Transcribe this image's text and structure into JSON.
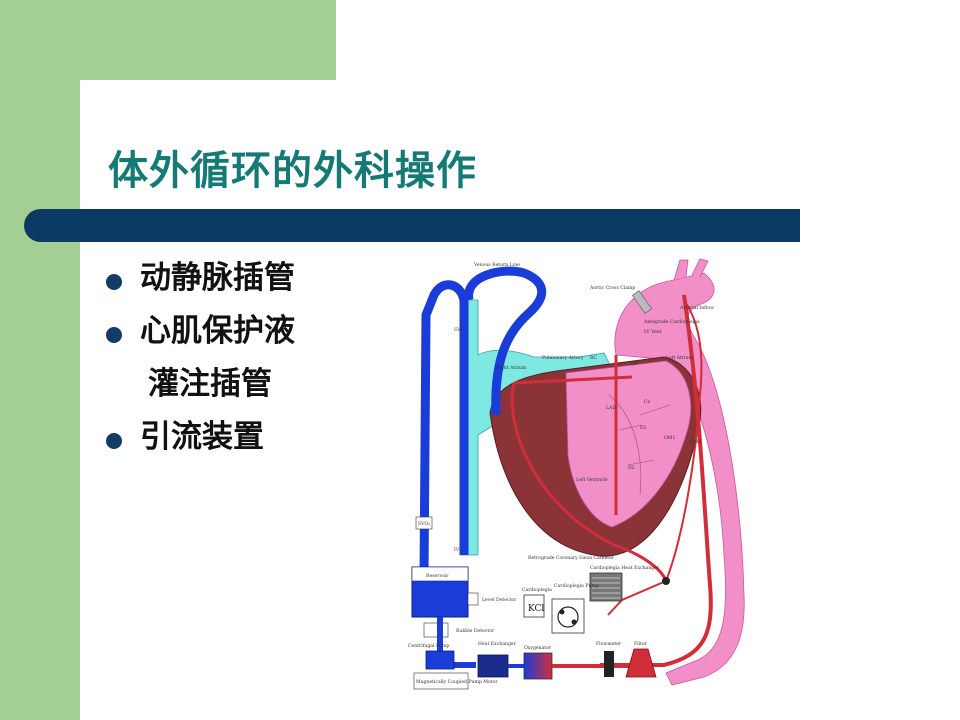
{
  "slide": {
    "title": "体外循环的外科操作",
    "bullets": [
      {
        "text": "动静脉插管",
        "bullet": true
      },
      {
        "text": "心肌保护液",
        "bullet": true
      },
      {
        "text": "灌注插管",
        "bullet": false
      },
      {
        "text": "引流装置",
        "bullet": true
      }
    ]
  },
  "diagram": {
    "labels": {
      "venous_return_line": "Venous Return Line",
      "svc": "SVC",
      "ivc": "IVC",
      "right_atrium": "Right Atrium",
      "pulmonary_artery": "Pulmonary Artery",
      "aortic_cross_clamp": "Aortic Cross Clamp",
      "arterial_inflow": "Arterial Inflow",
      "antegrade_cardioplegia": "Antegrade Cardioplegia",
      "lv_vent": "LV Vent",
      "rc": "RC",
      "lm": "LM",
      "left_atrium": "Left Atrium",
      "lad": "LAD",
      "cx": "Cx",
      "d1": "D1",
      "om1": "OM1",
      "om2": "OM2",
      "d2": "D2",
      "left_ventricle": "Left Ventricle",
      "retrograde_catheter": "Retrograde Coronary Sinus Catheter",
      "cardioplegia_heat_exchanger": "Cardioplegia Heat Exchanger",
      "svo2": "SVO₂",
      "reservoir": "Reservoir",
      "level_detector": "Level Detector",
      "cardioplegia": "Cardioplegia",
      "cardioplegia_pump": "Cardioplegia Pump",
      "kcl": "KCl",
      "bubble_detector": "Bubble Detector",
      "centrifugal_pump": "Centrifugal Pump",
      "heat_exchanger": "Heat Exchanger",
      "oxygenator": "Oxygenator",
      "flowmeter": "Flowmeter",
      "filter": "Filter",
      "magnetic_pump_motor": "Magnetically Coupled Pump Motor"
    }
  }
}
